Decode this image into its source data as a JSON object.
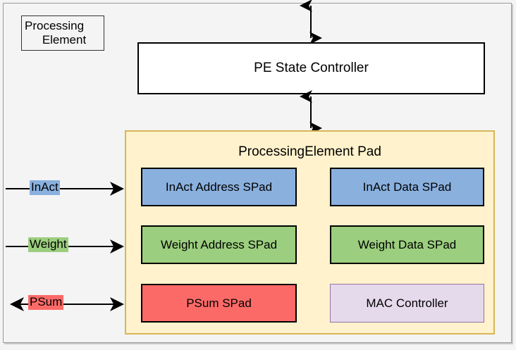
{
  "diagram": {
    "container_label_line1": "Processing",
    "container_label_line2": "Element",
    "controller": {
      "label": "PE State Controller"
    },
    "pad": {
      "title": "ProcessingElement Pad",
      "blocks": [
        {
          "label": "InAct Address SPad",
          "color": "#8ab0de"
        },
        {
          "label": "InAct Data SPad",
          "color": "#8ab0de"
        },
        {
          "label": "Weight Address SPad",
          "color": "#9bce7e"
        },
        {
          "label": "Weight Data SPad",
          "color": "#9bce7e"
        },
        {
          "label": "PSum SPad",
          "color": "#fc6a68"
        },
        {
          "label": "MAC Controller",
          "color": "#e5d9ec"
        }
      ]
    },
    "signals": [
      {
        "label": "InAct",
        "color": "#8ab0de",
        "direction": "in"
      },
      {
        "label": "Weight",
        "color": "#9bce7e",
        "direction": "in"
      },
      {
        "label": "PSum",
        "color": "#fc6a68",
        "direction": "bidirectional"
      }
    ],
    "connectors": [
      {
        "name": "top-bidirectional-arrow",
        "direction": "bidirectional"
      },
      {
        "name": "middle-bidirectional-arrow",
        "direction": "bidirectional"
      }
    ],
    "colors": {
      "background": "#f4f4f4",
      "pad_fill": "#fff2cc",
      "pad_border": "#d6b656",
      "box_border": "#000000",
      "frame_border": "#9a9a9a"
    }
  }
}
